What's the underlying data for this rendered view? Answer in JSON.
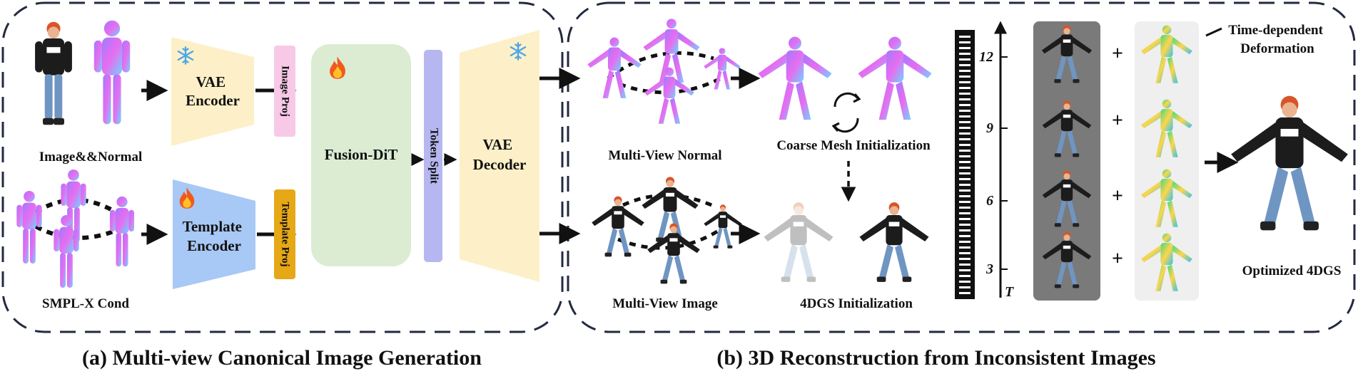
{
  "panel_a": {
    "caption": "(a) Multi-view Canonical Image Generation",
    "input_top_label": "Image&&Normal",
    "input_bottom_label": "SMPL-X Cond",
    "vae_encoder": "VAE\nEncoder",
    "image_proj": "Image Proj",
    "template_encoder": "Template\nEncoder",
    "template_proj": "Template Proj",
    "fusion_dit": "Fusion-DiT",
    "token_split": "Token Split",
    "vae_decoder": "VAE\nDecoder",
    "icons": {
      "frozen": "snowflake-icon",
      "trainable": "fire-icon"
    },
    "colors": {
      "vae": "#fdf0c8",
      "image_proj": "#f7c9e6",
      "template_encoder": "#a8c8f5",
      "template_proj": "#e6a817",
      "fusion": "#dbecd3",
      "token_split": "#b6b6f0"
    }
  },
  "panel_b": {
    "caption": "(b) 3D Reconstruction from Inconsistent Images",
    "multi_view_normal": "Multi-View Normal",
    "multi_view_image": "Multi-View Image",
    "coarse_mesh_init": "Coarse Mesh Initialization",
    "gs_init": "4DGS Initialization",
    "time_deformation": "Time-dependent\nDeformation",
    "optimized": "Optimized 4DGS",
    "time_axis": {
      "label": "T",
      "ticks": [
        "12",
        "9",
        "6",
        "3"
      ]
    },
    "plus_sign": "+"
  }
}
